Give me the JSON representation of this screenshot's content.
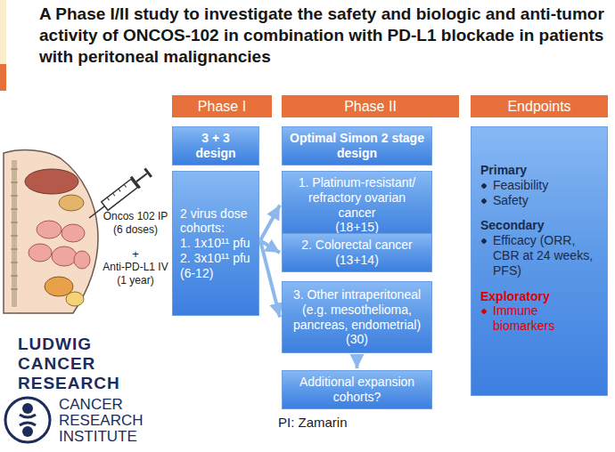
{
  "diagram": {
    "title": "A Phase I/II study to investigate the safety and biologic and anti-tumor activity of ONCOS-102 in combination with PD-L1 blockade in patients with peritoneal malignancies",
    "nodes": [
      {
        "text": [
          "Phase I"
        ]
      },
      {
        "text": [
          "Phase II"
        ]
      },
      {
        "text": [
          "Endpoints"
        ]
      },
      {
        "text": [
          "3 + 3 design"
        ]
      },
      {
        "text": [
          "2 virus dose cohorts:",
          "1. 1x10¹¹ pfu",
          "2. 3x10¹¹ pfu",
          "(6-12)"
        ]
      },
      {
        "text": [
          "Optimal Simon 2 stage design"
        ]
      },
      {
        "text": [
          "1. Platinum-resistant/ refractory ovarian cancer",
          "(18+15)"
        ]
      },
      {
        "text": [
          "2. Colorectal cancer",
          "(13+14)"
        ]
      },
      {
        "text": [
          "3. Other intraperitoneal (e.g. mesothelioma, pancreas, endometrial)",
          "(30)"
        ]
      },
      {
        "text": [
          "Additional expansion cohorts?"
        ]
      },
      {
        "text": [
          "Primary",
          "Feasibility",
          "Safety",
          "Secondary",
          "Efficacy (ORR, CBR at 24 weeks, PFS)",
          "Exploratory",
          "Immune biomarkers"
        ]
      }
    ],
    "edges": [
      {
        "from": 4,
        "to": 6,
        "arrow": "to"
      },
      {
        "from": 4,
        "to": 7,
        "arrow": "to"
      },
      {
        "from": 4,
        "to": 8,
        "arrow": "to"
      },
      {
        "from": 8,
        "to": 9,
        "arrow": "to"
      }
    ],
    "labels": [
      "Oncos 102 IP (6 doses)",
      "+",
      "Anti-PD-L1 IV (1 year)",
      "LUDWIG CANCER RESEARCH",
      "CANCER RESEARCH INSTITUTE",
      "PI: Zamarin"
    ]
  }
}
